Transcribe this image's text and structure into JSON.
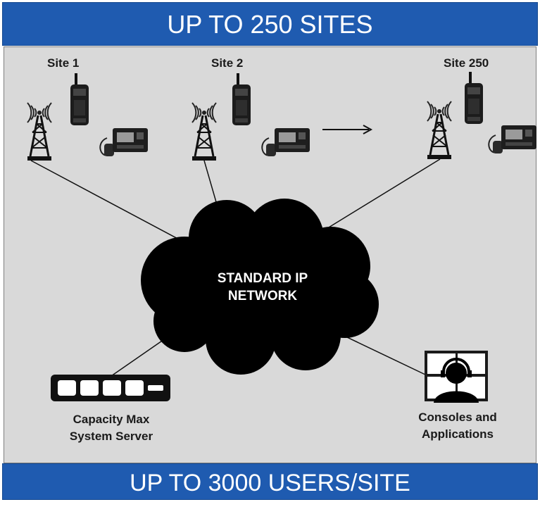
{
  "header": {
    "title": "UP TO 250 SITES"
  },
  "footer": {
    "title": "UP TO 3000 USERS/SITE"
  },
  "sites": [
    {
      "label": "Site 1"
    },
    {
      "label": "Site 2"
    },
    {
      "label": "Site 250"
    }
  ],
  "network": {
    "line1": "STANDARD IP",
    "line2": "NETWORK"
  },
  "server": {
    "line1": "Capacity Max",
    "line2": "System Server"
  },
  "consoles": {
    "line1": "Consoles and",
    "line2": "Applications"
  },
  "colors": {
    "banner": "#1f5bb0",
    "panel": "#d9d9d9",
    "cloud": "#000000"
  }
}
